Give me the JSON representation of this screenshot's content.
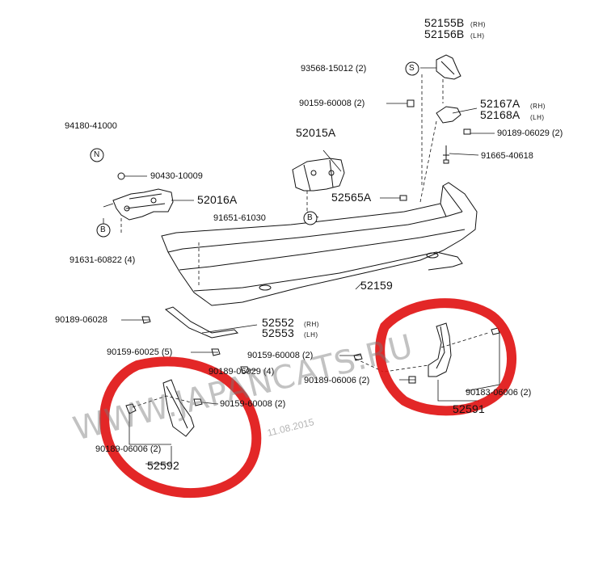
{
  "parts": {
    "p52155b": "52155B",
    "p52156b": "52156B",
    "rh": "(RH)",
    "lh": "(LH)",
    "p93568": "93568-15012 (2)",
    "p90159_top": "90159-60008 (2)",
    "p52167a": "52167A",
    "p52168a": "52168A",
    "p90189_06029_r": "90189-06029 (2)",
    "p91665": "91665-40618",
    "p94180": "94180-41000",
    "p90430": "90430-10009",
    "p52015a": "52015A",
    "p52016a": "52016A",
    "p52565a": "52565A",
    "p91651": "91651-61030",
    "p91631": "91631-60822 (4)",
    "p90189_06028": "90189-06028",
    "p52159": "52159",
    "p52552": "52552",
    "p52553": "52553",
    "p90159_60025": "90159-60025 (5)",
    "p90159_mid": "90159-60008 (2)",
    "p90189_06029_l": "90189-06029 (4)",
    "p90159_low": "90159-60008 (2)",
    "p90189_06006_r": "90189-06006 (2)",
    "p90183_06006": "90183-06006 (2)",
    "p52591": "52591",
    "p90189_06006_l": "90189-06006 (2)",
    "p52592": "52592"
  },
  "callouts": {
    "S": "S",
    "N": "N",
    "B1": "B",
    "B2": "B"
  },
  "watermark": {
    "text": "WWW.JAPANCATS.RU",
    "date": "11.08.2015"
  },
  "colors": {
    "ink": "#111111",
    "marker": "#e01010",
    "watermark": "#8a8a8a"
  }
}
